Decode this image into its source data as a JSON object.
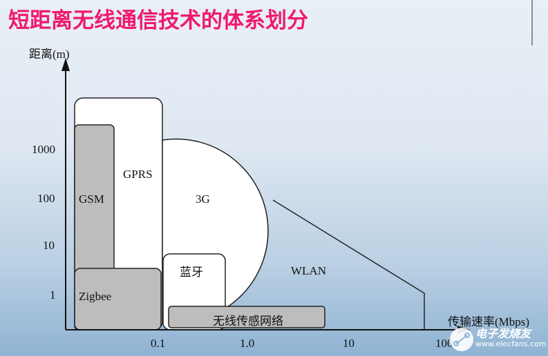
{
  "title": "短距离无线通信技术的体系划分",
  "axes": {
    "y_label": "距离(m)",
    "x_label": "传输速率(Mbps)",
    "y_ticks": [
      "1000",
      "100",
      "10",
      "1"
    ],
    "x_ticks": [
      "0.1",
      "1.0",
      "10",
      "100"
    ]
  },
  "regions": {
    "gsm": "GSM",
    "gprs": "GPRS",
    "g3": "3G",
    "zigbee": "Zigbee",
    "bluetooth": "蓝牙",
    "wlan": "WLAN",
    "wsn": "无线传感网络"
  },
  "colors": {
    "title": "#f0196e",
    "gray_region": "#bdbdbd",
    "white_region": "#ffffff"
  },
  "watermark": {
    "cn": "电子发烧友",
    "url": "www.elecfans.com"
  }
}
